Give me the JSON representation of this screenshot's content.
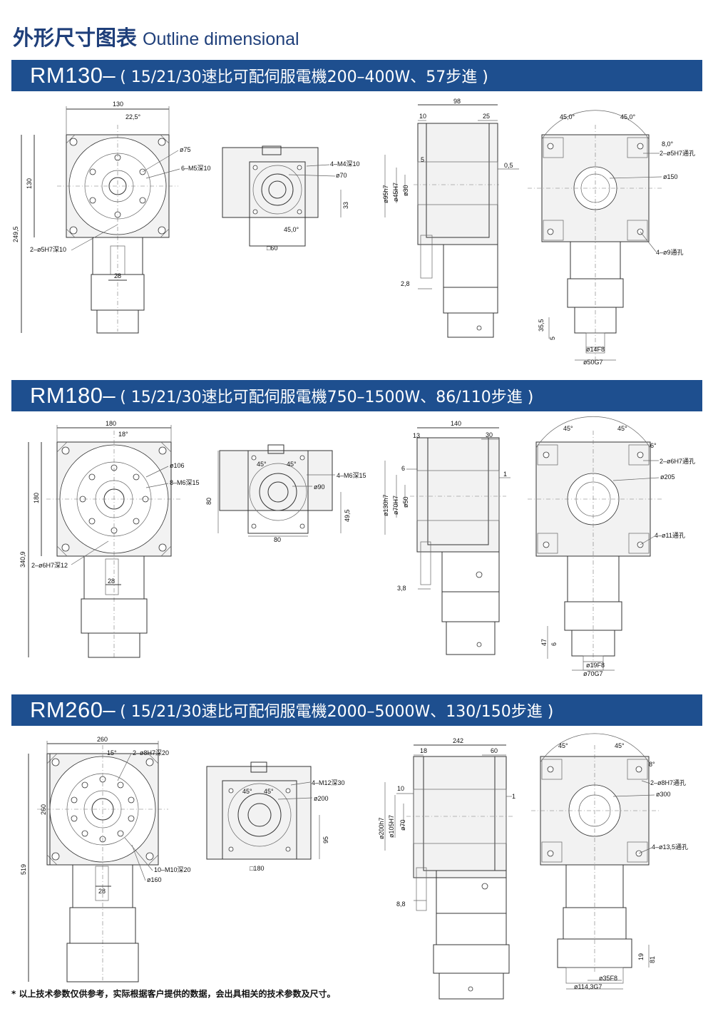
{
  "page": {
    "title_cn": "外形尺寸图表",
    "title_en": "Outline dimensional",
    "footnote": "* 以上技术参数仅供参考，实际根据客户提供的数据，会出具相关的技术参数及尺寸。"
  },
  "colors": {
    "band": "#1e4f8f",
    "title": "#1f3f7a"
  },
  "sections": [
    {
      "model": "RM130–",
      "spec": "( 15/21/30速比可配伺服電機200–400W、57步進 )",
      "front": {
        "width": "130",
        "height_flange": "130",
        "height_total": "249,5",
        "angle": "22,5°",
        "pcd": "ø75",
        "tapped": "6–M5深10",
        "pin": "2–ø5H7深10",
        "key": "28"
      },
      "side": {
        "tapped": "4–M4深10",
        "pcd": "ø70",
        "offset": "33",
        "angle": "45,0°",
        "square": "□60"
      },
      "profile": {
        "length": "98",
        "d1": "10",
        "d2": "25",
        "d3": "5",
        "gap": "0,5",
        "dia1": "ø95h7",
        "dia2": "ø45H7",
        "dia3": "ø30",
        "base": "2,8"
      },
      "end": {
        "angle1": "45,0°",
        "angle2": "45,0°",
        "pin_angle": "8,0°",
        "pin": "2–ø5H7通孔",
        "pcd": "ø150",
        "holes": "4–ø9通孔",
        "shaft_len": "35,5",
        "key_len": "5",
        "shaft_dia": "ø14F8",
        "spigot": "ø50G7"
      }
    },
    {
      "model": "RM180–",
      "spec": "( 15/21/30速比可配伺服電機750–1500W、86/110步進 )",
      "front": {
        "width": "180",
        "height_flange": "180",
        "height_total": "340,9",
        "angle": "18°",
        "pcd": "ø106",
        "tapped": "8–M6深15",
        "pin": "2–ø6H7深12",
        "key": "28"
      },
      "side": {
        "angle1": "45°",
        "angle2": "45°",
        "tapped": "4–M6深15",
        "pcd": "ø90",
        "height": "80",
        "offset": "49,5",
        "square": "80"
      },
      "profile": {
        "length": "140",
        "d1": "13",
        "d2": "30",
        "d3": "6",
        "gap": "1",
        "dia1": "ø130h7",
        "dia2": "ø70H7",
        "dia3": "ø50",
        "base": "3,8"
      },
      "end": {
        "angle1": "45°",
        "angle2": "45°",
        "pin_angle": "6°",
        "pin": "2–ø6H7通孔",
        "pcd": "ø205",
        "holes": "4–ø11通孔",
        "shaft_len": "47",
        "key_len": "6",
        "shaft_dia": "ø19F8",
        "spigot": "ø70G7"
      }
    },
    {
      "model": "RM260–",
      "spec": "( 15/21/30速比可配伺服電機2000–5000W、130/150步進 )",
      "front": {
        "width": "260",
        "height_flange": "260",
        "height_total": "519",
        "angle": "15°",
        "pin": "2–ø8H7深20",
        "tapped": "10–M10深20",
        "pcd": "ø160",
        "key": "28"
      },
      "side": {
        "angle1": "45°",
        "angle2": "45°",
        "tapped": "4–M12深30",
        "pcd": "ø200",
        "offset": "95",
        "square": "□180"
      },
      "profile": {
        "length": "242",
        "d1": "18",
        "d2": "60",
        "d3": "10",
        "gap": "1",
        "dia1": "ø200h7",
        "dia2": "ø105H7",
        "dia3": "ø70",
        "base": "8,8"
      },
      "end": {
        "angle1": "45°",
        "angle2": "45°",
        "pin_angle": "8°",
        "pin": "2–ø8H7通孔",
        "pcd": "ø300",
        "holes": "4–ø13,5通孔",
        "shaft_len": "81",
        "key_len": "19",
        "shaft_dia": "ø35F8",
        "spigot": "ø114,3G7"
      }
    }
  ]
}
